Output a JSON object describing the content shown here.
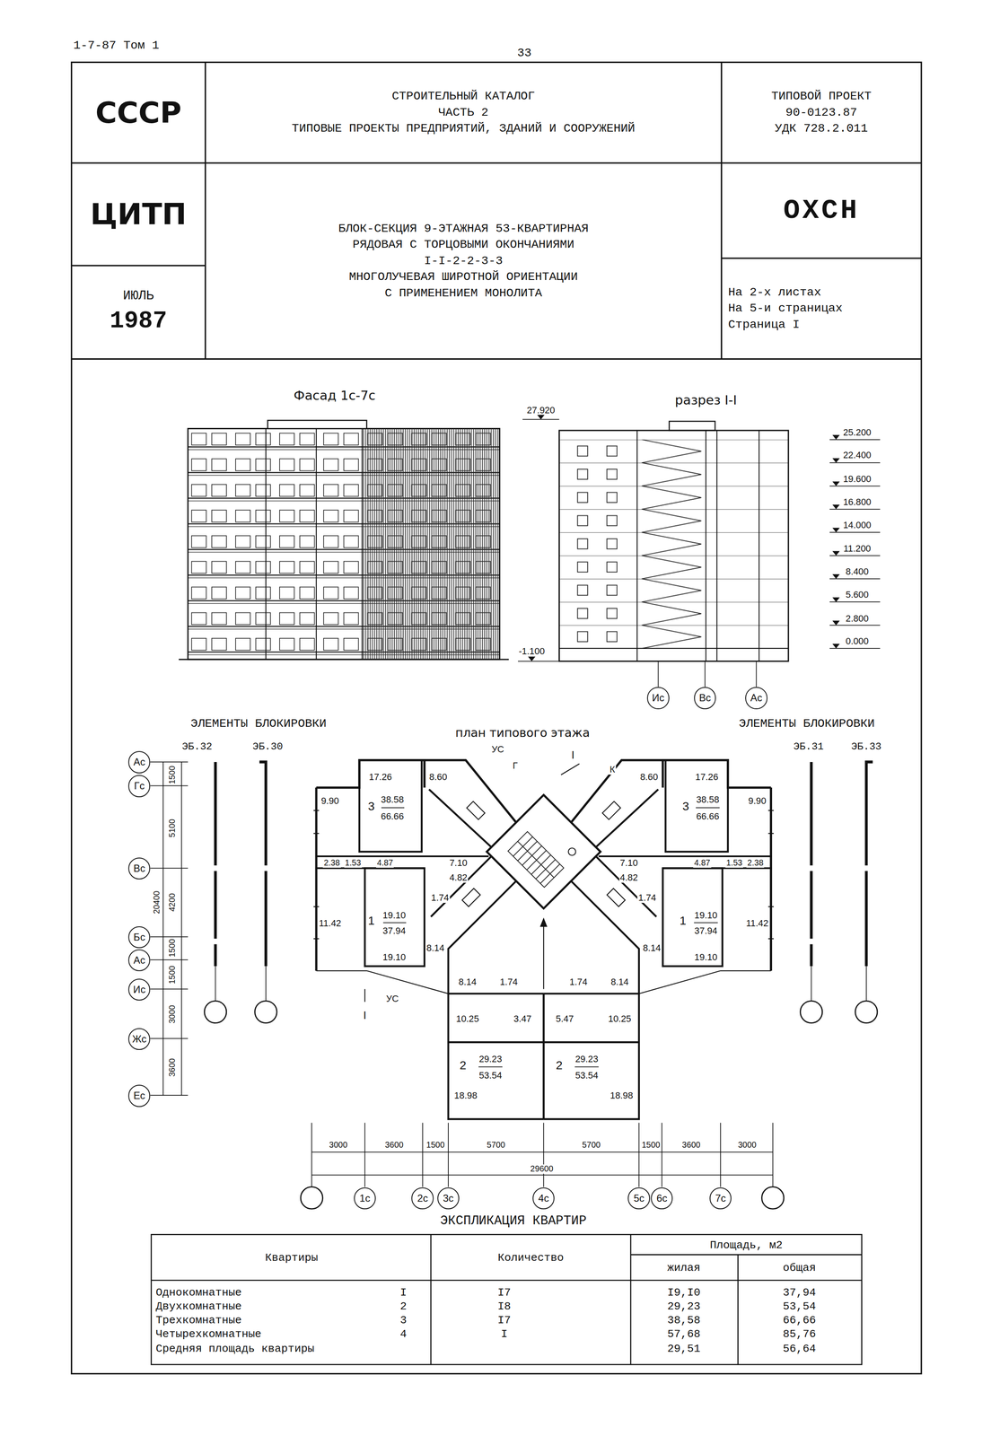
{
  "diagram": {
    "nodes": [
      {
        "text": [
          "СССР"
        ]
      },
      {
        "text": [
          "СТРОИТЕЛЬНЫЙ КАТАЛОГ",
          "ЧАСТЬ 2",
          "ТИПОВЫЕ ПРОЕКТЫ ПРЕДПРИЯТИЙ, ЗДАНИЙ И СООРУЖЕНИЙ"
        ]
      },
      {
        "text": [
          "ТИПОВОЙ ПРОЕКТ",
          "90-0123.87",
          "УДК 728.2.011"
        ]
      },
      {
        "text": [
          "ЦИТП"
        ]
      },
      {
        "text": [
          "БЛОК-СЕКЦИЯ 9-ЭТАЖНАЯ 53-КВАРТИРНАЯ",
          "РЯДОВАЯ С ТОРЦОВЫМИ ОКОНЧАНИЯМИ",
          "I-I-2-2-3-3",
          "МНОГОЛУЧЕВАЯ ШИРОТНОЙ ОРИЕНТАЦИИ",
          "С ПРИМЕНЕНИЕМ МОНОЛИТА"
        ]
      },
      {
        "text": [
          "ОХСН"
        ]
      },
      {
        "text": [
          "ИЮЛЬ",
          "1987"
        ]
      },
      {
        "text": [
          "На 2-х листах",
          "На 5-и страницах",
          "Страница I"
        ]
      },
      {
        "text": [
          "Ис"
        ]
      },
      {
        "text": [
          "Вс"
        ]
      },
      {
        "text": [
          "Ас"
        ]
      },
      {
        "text": [
          "Ас"
        ]
      },
      {
        "text": [
          "Гс"
        ]
      },
      {
        "text": [
          "Вс"
        ]
      },
      {
        "text": [
          "Бс"
        ]
      },
      {
        "text": [
          "Ас"
        ]
      },
      {
        "text": [
          "Ис"
        ]
      },
      {
        "text": [
          "Жс"
        ]
      },
      {
        "text": [
          "Ес"
        ]
      },
      {
        "text": [
          "1с"
        ]
      },
      {
        "text": [
          "2с"
        ]
      },
      {
        "text": [
          "3с"
        ]
      },
      {
        "text": [
          "4с"
        ]
      },
      {
        "text": [
          "5с"
        ]
      },
      {
        "text": [
          "6с"
        ]
      },
      {
        "text": [
          "7с"
        ]
      }
    ],
    "labels": [
      "1-7-87 Том 1",
      "33",
      "Фасад 1с-7с",
      "разрез I-I",
      "27.920",
      "25.200",
      "22.400",
      "19.600",
      "16.800",
      "14.000",
      "11.200",
      "8.400",
      "5.600",
      "2.800",
      "0.000",
      "-1.100",
      "ЭЛЕМЕНТЫ БЛОКИРОВКИ",
      "ЭЛЕМЕНТЫ БЛОКИРОВКИ",
      "ЭБ.32",
      "ЭБ.30",
      "ЭБ.31",
      "ЭБ.33",
      "план типового этажа",
      "17.26",
      "3",
      "38.58",
      "66.66",
      "8.60",
      "9.90",
      "2.38",
      "1.53",
      "4.87",
      "7.10",
      "4.82",
      "11.42",
      "1",
      "19.10",
      "37.94",
      "19.10",
      "1.74",
      "8.14",
      "8.14",
      "1.74",
      "17.26",
      "3",
      "38.58",
      "66.66",
      "8.60",
      "9.90",
      "7.10",
      "4.82",
      "4.87",
      "1.53",
      "2.38",
      "1.74",
      "1",
      "19.10",
      "37.94",
      "11.42",
      "19.10",
      "8.14",
      "1.74",
      "8.14",
      "10.25",
      "3.47",
      "5.47",
      "10.25",
      "2",
      "29.23",
      "53.54",
      "2",
      "29.23",
      "53.54",
      "18.98",
      "18.98",
      "УС",
      "Г",
      "I",
      "К",
      "УС",
      "I",
      "1500",
      "5100",
      "4200",
      "1500",
      "1500",
      "3000",
      "3600",
      "20400",
      "3000",
      "3600",
      "1500",
      "5700",
      "5700",
      "1500",
      "3600",
      "3000",
      "29600",
      "ЭКСПЛИКАЦИЯ КВАРТИР",
      "Квартиры",
      "Количество",
      "Площадь, м2",
      "жилая",
      "общая",
      "Однокомнатные",
      "I",
      "I7",
      "I9,I0",
      "37,94",
      "Двухкомнатные",
      "2",
      "I8",
      "29,23",
      "53,54",
      "Трехкомнатные",
      "3",
      "I7",
      "38,58",
      "66,66",
      "Четырехкомнатные",
      "4",
      "I",
      "57,68",
      "85,76",
      "Средняя площадь квартиры",
      "29,51",
      "56,64"
    ]
  }
}
